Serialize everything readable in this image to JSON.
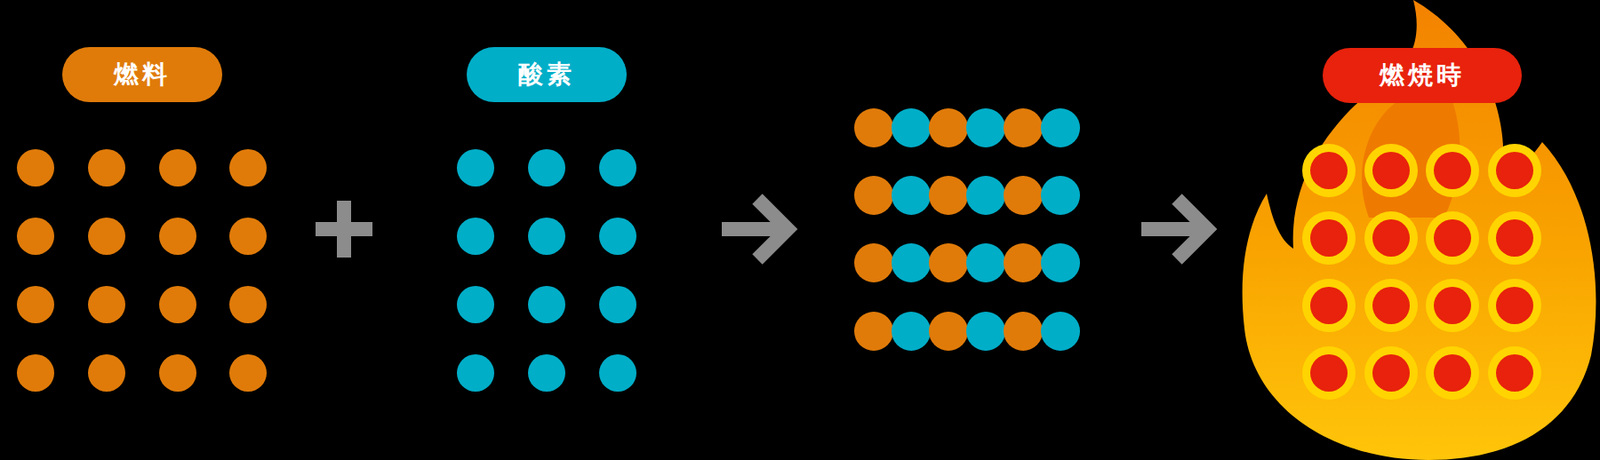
{
  "diagram": {
    "nodes": [
      {
        "text": [
          "燃料"
        ]
      },
      {
        "text": [
          "酸素"
        ]
      },
      {
        "text": [
          "燃焼時"
        ]
      }
    ]
  }
}
